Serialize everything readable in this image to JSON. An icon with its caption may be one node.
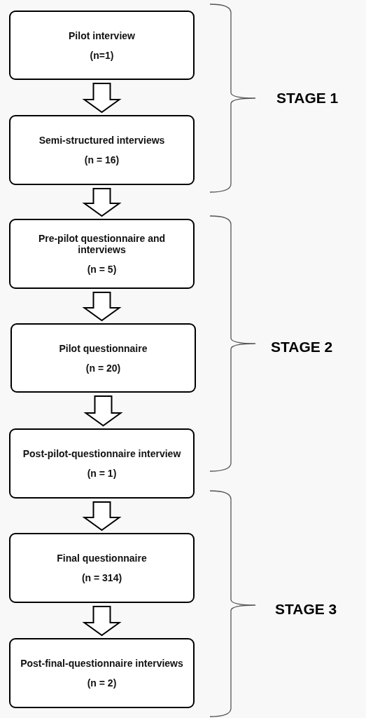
{
  "diagram": {
    "nodes": [
      {
        "text": [
          "Pilot interview",
          "(n=1)"
        ]
      },
      {
        "text": [
          "Semi-structured interviews",
          "(n = 16)"
        ]
      },
      {
        "text": [
          "Pre-pilot questionnaire and interviews",
          "(n = 5)"
        ]
      },
      {
        "text": [
          "Pilot questionnaire",
          "(n = 20)"
        ]
      },
      {
        "text": [
          "Post-pilot-questionnaire interview",
          "(n = 1)"
        ]
      },
      {
        "text": [
          "Final questionnaire",
          "(n = 314)"
        ]
      },
      {
        "text": [
          "Post-final-questionnaire interviews",
          "(n = 2)"
        ]
      }
    ],
    "edges": [
      {
        "from": 0,
        "to": 1,
        "arrow": "to"
      },
      {
        "from": 1,
        "to": 2,
        "arrow": "to"
      },
      {
        "from": 2,
        "to": 3,
        "arrow": "to"
      },
      {
        "from": 3,
        "to": 4,
        "arrow": "to"
      },
      {
        "from": 4,
        "to": 5,
        "arrow": "to"
      },
      {
        "from": 5,
        "to": 6,
        "arrow": "to"
      }
    ],
    "labels": [
      "STAGE 1",
      "STAGE 2",
      "STAGE 3"
    ]
  }
}
